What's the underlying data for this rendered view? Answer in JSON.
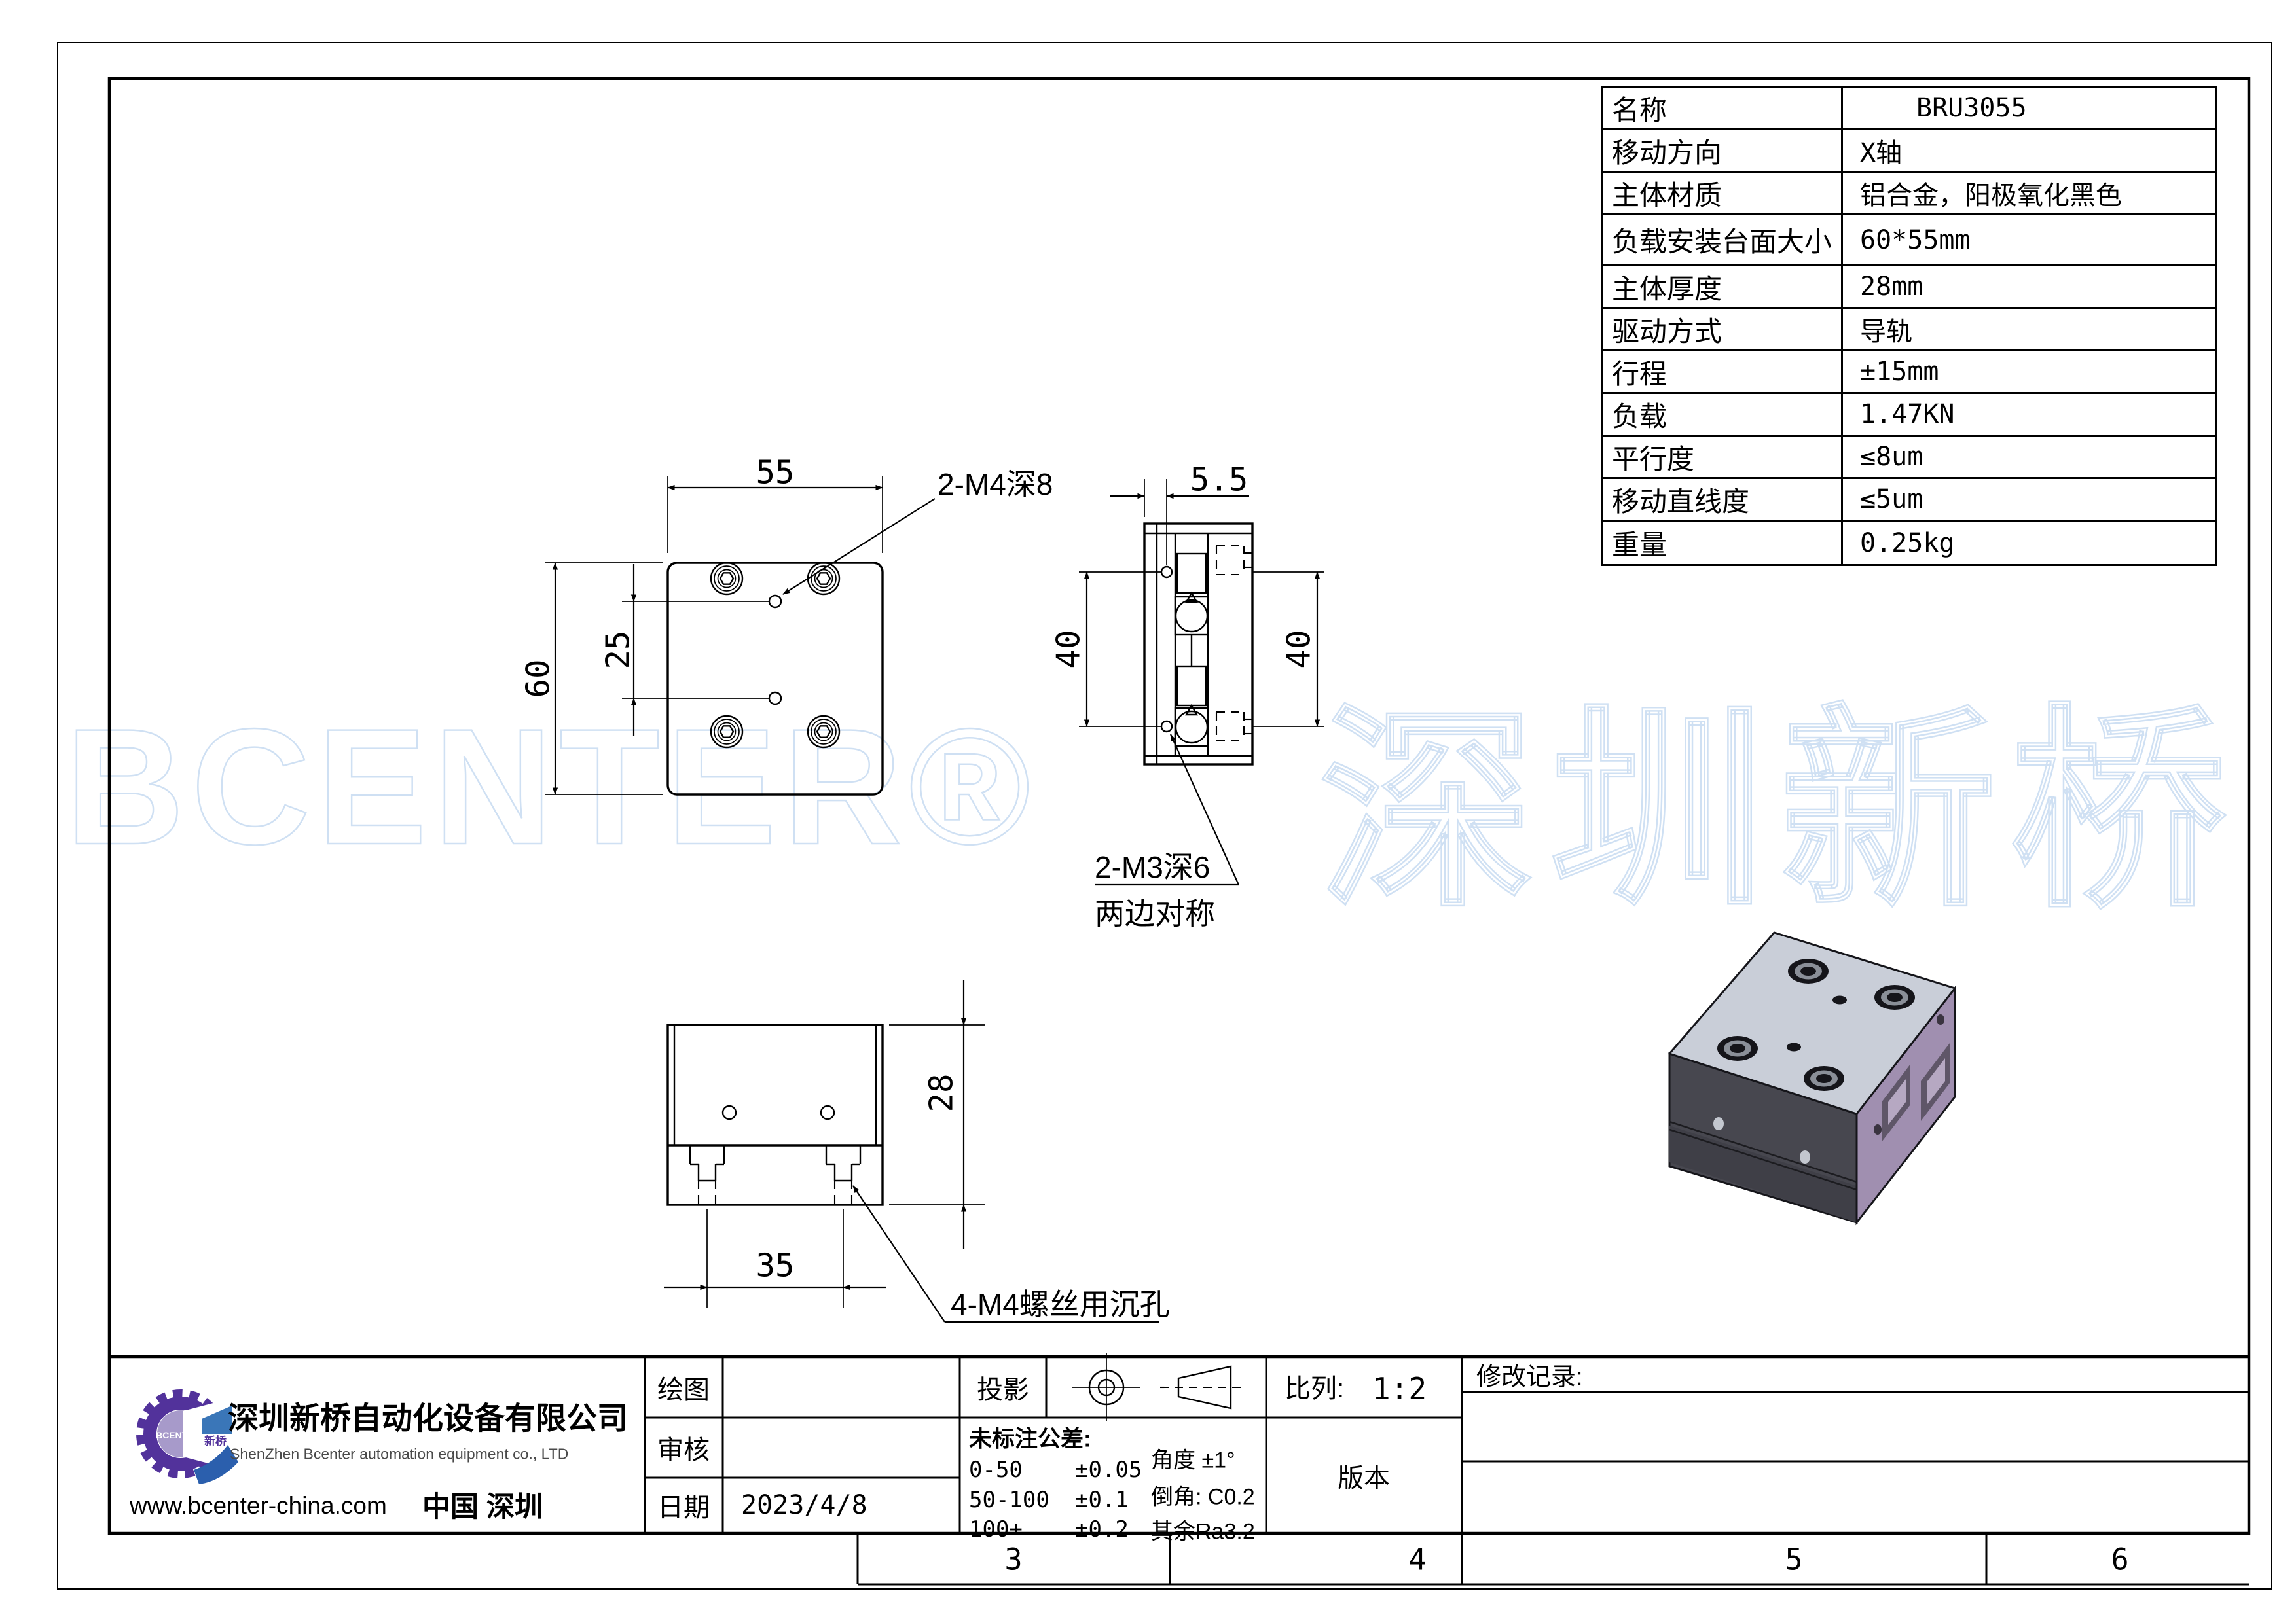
{
  "watermarks": {
    "left": "BCENTER®",
    "right": "深圳新桥"
  },
  "spec": {
    "rows": [
      {
        "label": "名称",
        "value": "BRU3055"
      },
      {
        "label": "移动方向",
        "value": "X轴"
      },
      {
        "label": "主体材质",
        "value": "铝合金，阳极氧化黑色"
      },
      {
        "label": "负载安装台面大小",
        "value": "60*55mm"
      },
      {
        "label": "主体厚度",
        "value": "28mm"
      },
      {
        "label": "驱动方式",
        "value": "导轨"
      },
      {
        "label": "行程",
        "value": "±15mm"
      },
      {
        "label": "负载",
        "value": "1.47KN"
      },
      {
        "label": "平行度",
        "value": "≤8um"
      },
      {
        "label": "移动直线度",
        "value": "≤5um"
      },
      {
        "label": "重量",
        "value": "0.25kg"
      }
    ]
  },
  "views": {
    "top": {
      "dim_width": "55",
      "dim_height": "60",
      "dim_spacing": "25",
      "hole_label": "2-M4深8"
    },
    "side": {
      "dim_offset": "5.5",
      "dim_span_left": "40",
      "dim_span_right": "40",
      "hole_label": "2-M3深6",
      "hole_sublabel": "两边对称"
    },
    "front": {
      "dim_thickness": "28",
      "dim_spacing": "35",
      "hole_label": "4-M4螺丝用沉孔"
    }
  },
  "title_block": {
    "draw_label": "绘图",
    "check_label": "审核",
    "date_label": "日期",
    "date_value": "2023/4/8",
    "projection_label": "投影",
    "tol_title": "未标注公差:",
    "tol": [
      {
        "range": "0-50",
        "val": "±0.05"
      },
      {
        "range": "50-100",
        "val": "±0.1"
      },
      {
        "range": "100+",
        "val": "±0.2"
      }
    ],
    "angle": "角度 ±1°",
    "chamfer": "倒角: C0.2",
    "surface": "其余Ra3.2",
    "scale_label": "比列:",
    "scale_value": "1:2",
    "version_label": "版本",
    "revision_label": "修改记录:",
    "company_cn": "深圳新桥自动化设备有限公司",
    "company_en": "ShenZhen Bcenter automation equipment co., LTD",
    "website": "www.bcenter-china.com",
    "location": "中国   深圳",
    "logo_text": "BCENTER",
    "logo_text2": "新桥"
  },
  "zones": [
    "3",
    "4",
    "5",
    "6"
  ],
  "part": {
    "name": "BRU3055"
  },
  "colors": {
    "watermark": "#cfe0f3",
    "logo_purple": "#52329b",
    "logo_lavender": "#a79aca",
    "logo_blue": "#3a76b8",
    "iso_top": "#c9ced8",
    "iso_front": "#47474f",
    "iso_base": "#3f3f47",
    "iso_side": "#a08fb0",
    "iso_slot": "#5f5668"
  }
}
